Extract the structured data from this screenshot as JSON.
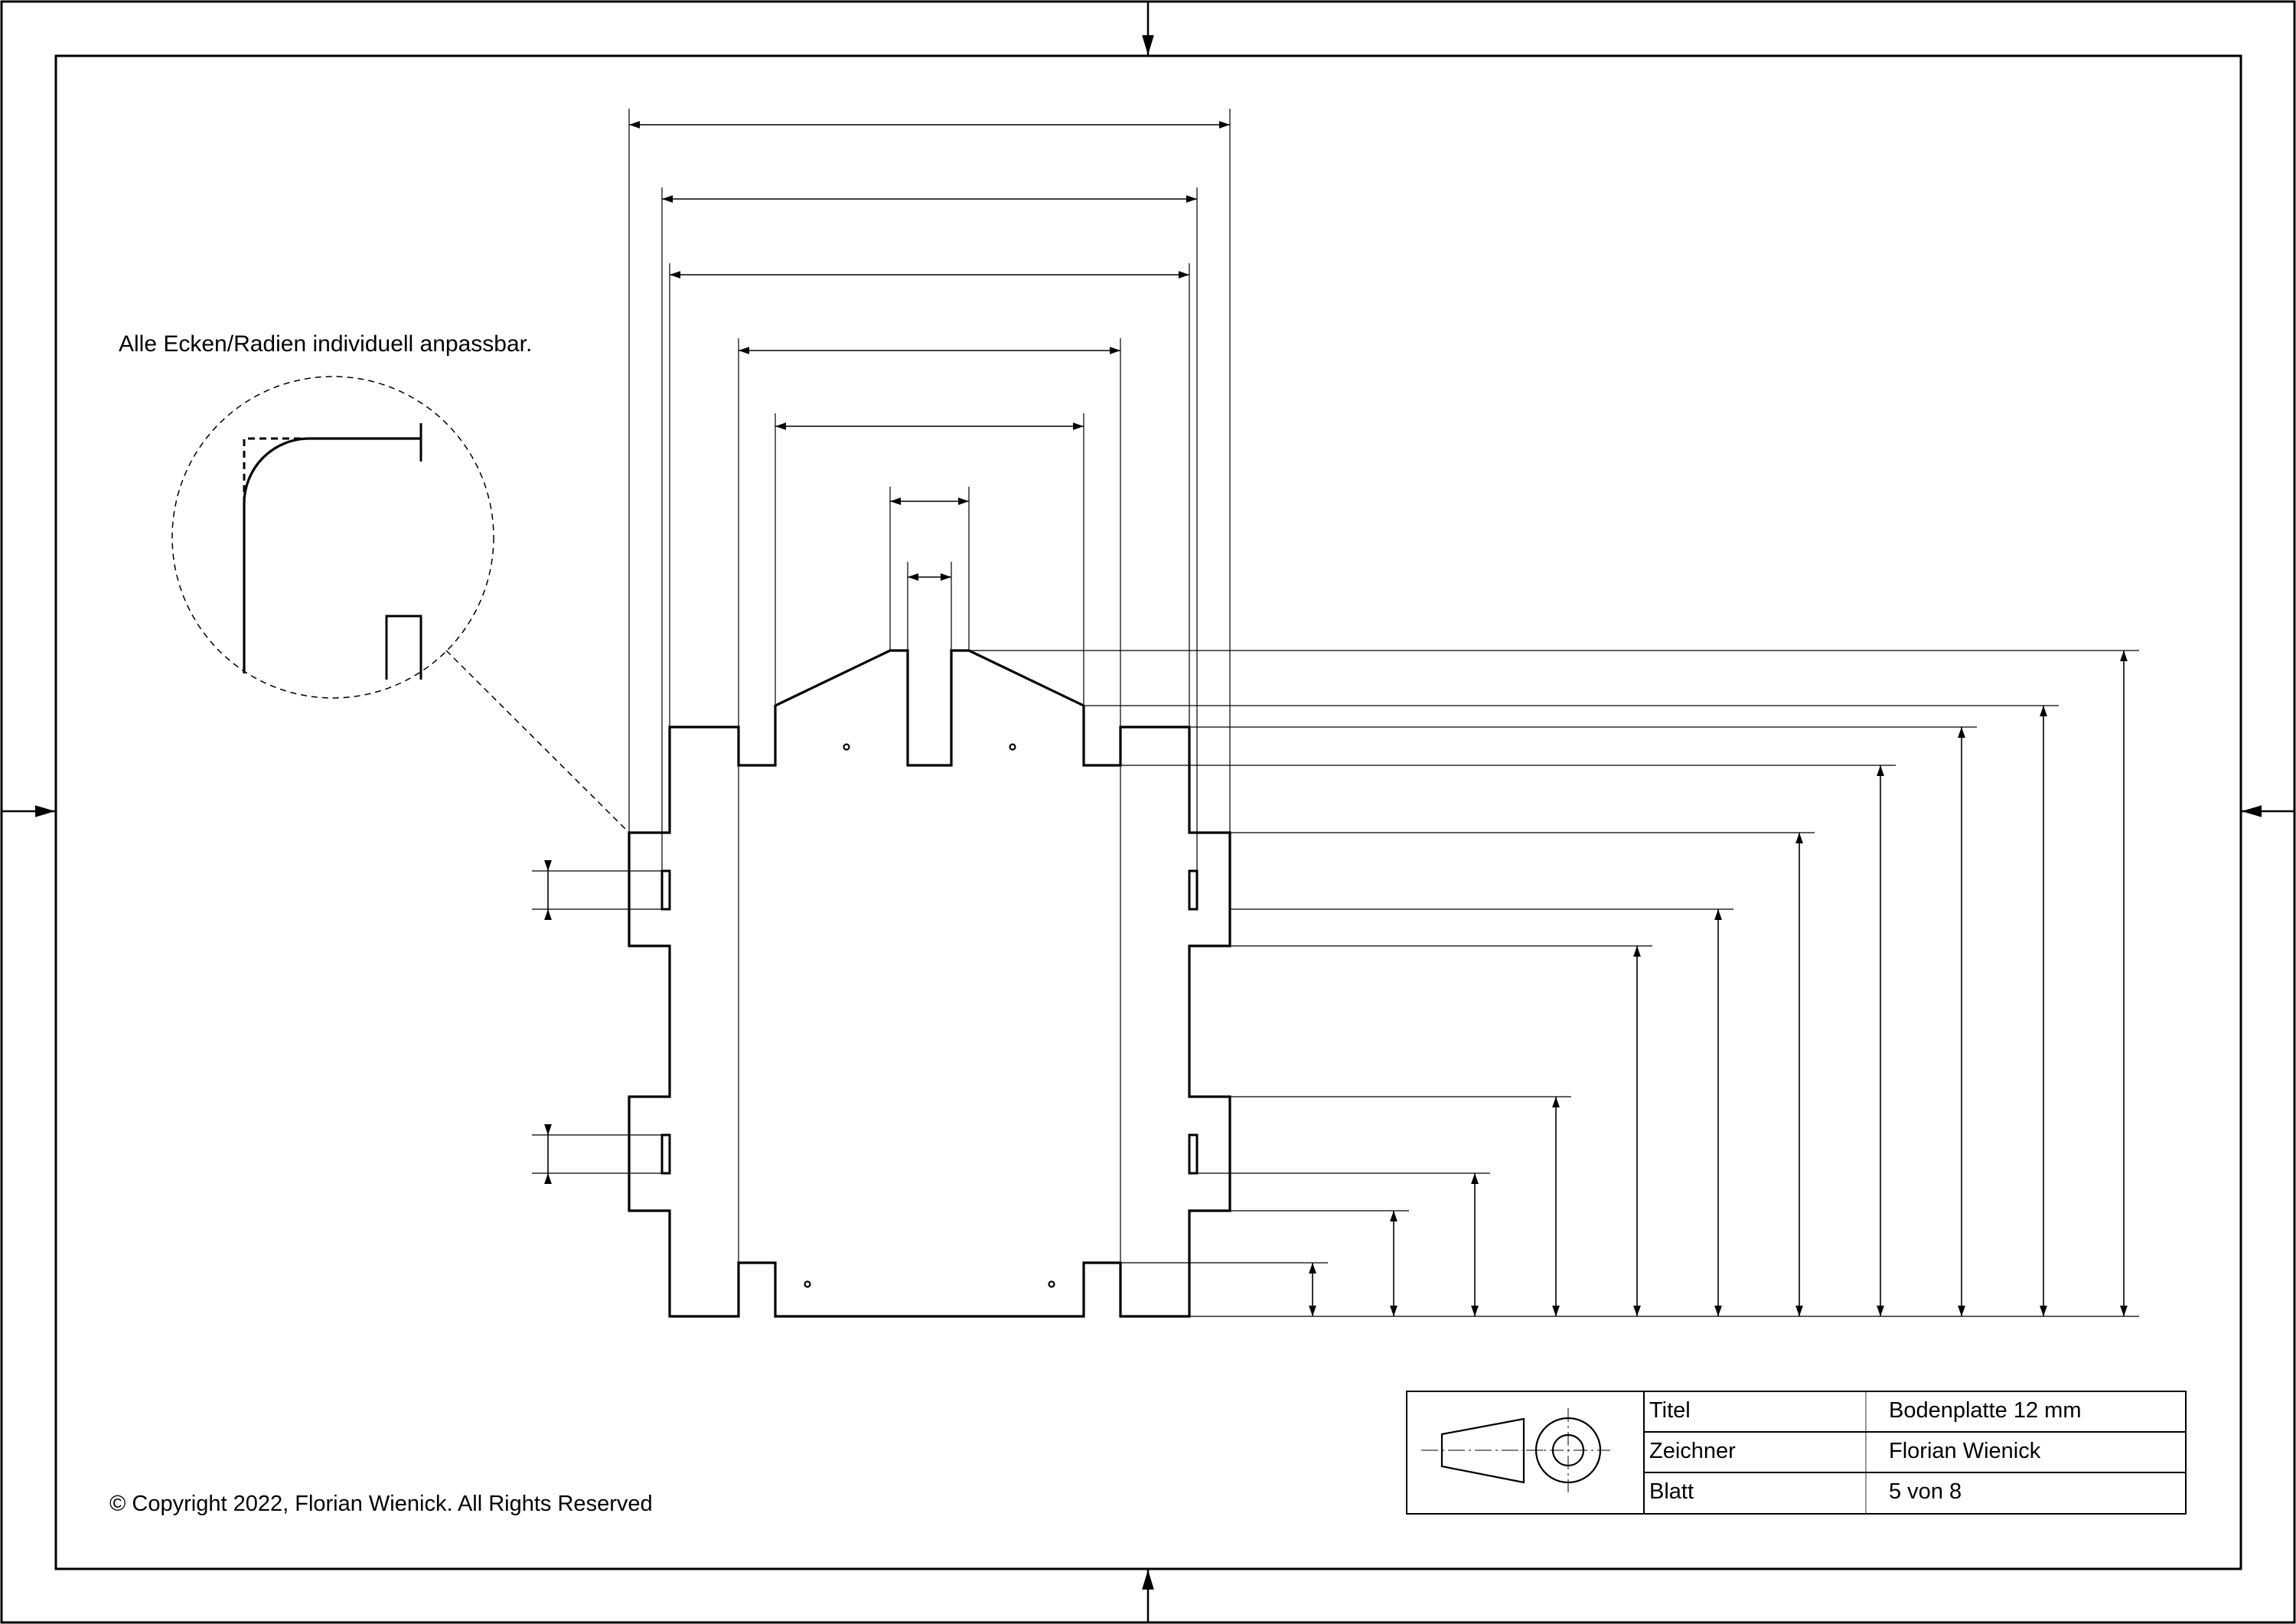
{
  "drawing": {
    "note": "Alle Ecken/Radien individuell anpassbar.",
    "copyright": "© Copyright 2022, Florian Wienick. All Rights Reserved"
  },
  "title_block": {
    "rows": [
      {
        "label": "Titel",
        "value": "Bodenplatte 12 mm"
      },
      {
        "label": "Zeichner",
        "value": "Florian Wienick"
      },
      {
        "label": "Blatt",
        "value": "5 von 8"
      }
    ],
    "symbol": "first-angle-projection-icon"
  }
}
